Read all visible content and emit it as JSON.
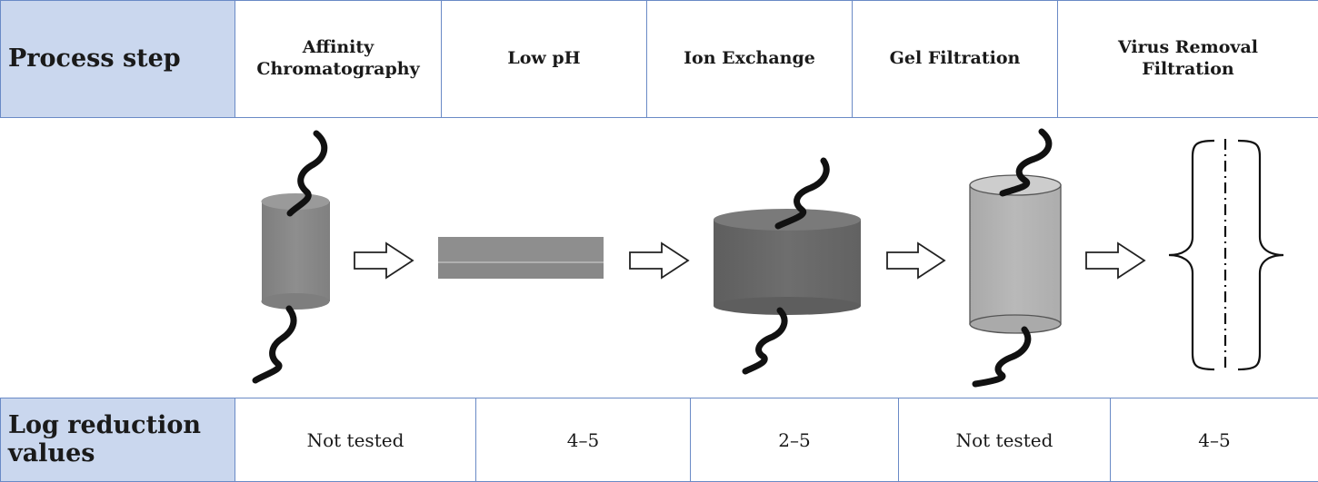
{
  "process_header": "Process step",
  "steps": [
    {
      "name_line1": "Affinity",
      "name_line2": "Chromatography"
    },
    {
      "name_line1": "Low pH",
      "name_line2": ""
    },
    {
      "name_line1": "Ion Exchange",
      "name_line2": ""
    },
    {
      "name_line1": "Gel Filtration",
      "name_line2": ""
    },
    {
      "name_line1": "Virus Removal",
      "name_line2": "Filtration"
    }
  ],
  "lrv_header_line1": "Log reduction",
  "lrv_header_line2": "values",
  "lrv_values": [
    "Not tested",
    "4–5",
    "2–5",
    "Not tested",
    "4–5"
  ],
  "colors": {
    "header_bg": "#cad7ee",
    "border": "#6a8ac6",
    "affinity_column": "#888888",
    "low_ph_disc": "#8c8c8c",
    "ion_exchange_column": "#6a6a6a",
    "gel_filtration_column": "#b3b3b3",
    "strand": "#111111"
  }
}
